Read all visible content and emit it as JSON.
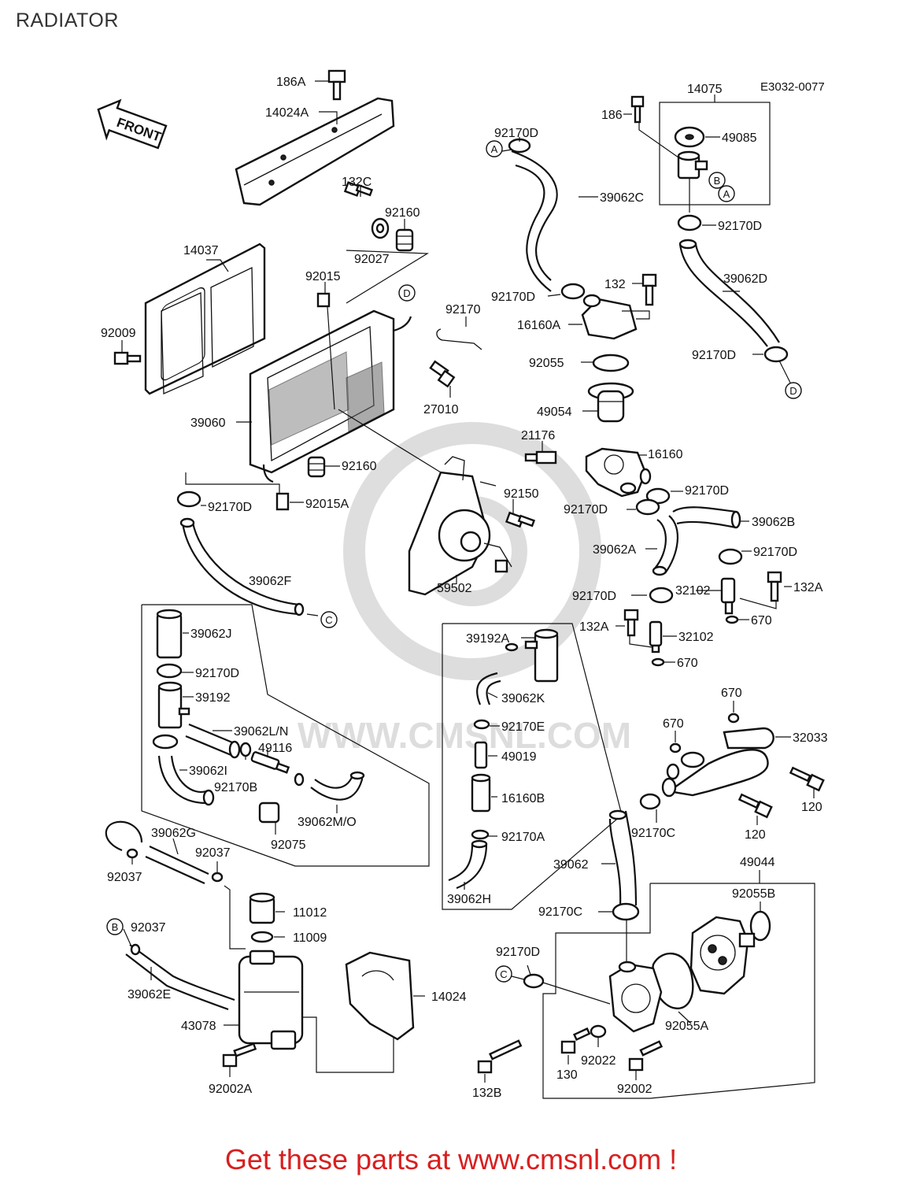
{
  "title": "RADIATOR",
  "diagram_code": "E3032-0077",
  "front_label": "FRONT",
  "footer": "Get these parts at www.cmsnl.com !",
  "watermark": "WWW.CMSNL.COM",
  "brand_color": "#d81f1f",
  "labels": [
    {
      "id": "186A",
      "text": "186A"
    },
    {
      "id": "14024A",
      "text": "14024A"
    },
    {
      "id": "14075",
      "text": "14075"
    },
    {
      "id": "186",
      "text": "186"
    },
    {
      "id": "49085",
      "text": "49085"
    },
    {
      "id": "92170D_a",
      "text": "92170D"
    },
    {
      "id": "39062C",
      "text": "39062C"
    },
    {
      "id": "92170D_b",
      "text": "92170D"
    },
    {
      "id": "132C",
      "text": "132C"
    },
    {
      "id": "92160_a",
      "text": "92160"
    },
    {
      "id": "92027",
      "text": "92027"
    },
    {
      "id": "14037",
      "text": "14037"
    },
    {
      "id": "92015",
      "text": "92015"
    },
    {
      "id": "92170D_c",
      "text": "92170D"
    },
    {
      "id": "132",
      "text": "132"
    },
    {
      "id": "39062D",
      "text": "39062D"
    },
    {
      "id": "92170",
      "text": "92170"
    },
    {
      "id": "16160A",
      "text": "16160A"
    },
    {
      "id": "92009",
      "text": "92009"
    },
    {
      "id": "92170D_d",
      "text": "92170D"
    },
    {
      "id": "92055",
      "text": "92055"
    },
    {
      "id": "27010",
      "text": "27010"
    },
    {
      "id": "49054",
      "text": "49054"
    },
    {
      "id": "39060",
      "text": "39060"
    },
    {
      "id": "21176",
      "text": "21176"
    },
    {
      "id": "16160",
      "text": "16160"
    },
    {
      "id": "92160_b",
      "text": "92160"
    },
    {
      "id": "92150",
      "text": "92150"
    },
    {
      "id": "92170D_e",
      "text": "92170D"
    },
    {
      "id": "92170D_f",
      "text": "92170D"
    },
    {
      "id": "92015A",
      "text": "92015A"
    },
    {
      "id": "92170D_g",
      "text": "92170D"
    },
    {
      "id": "39062B",
      "text": "39062B"
    },
    {
      "id": "39062A",
      "text": "39062A"
    },
    {
      "id": "92170D_h",
      "text": "92170D"
    },
    {
      "id": "59502",
      "text": "59502"
    },
    {
      "id": "39062F",
      "text": "39062F"
    },
    {
      "id": "92170D_i",
      "text": "92170D"
    },
    {
      "id": "32102_a",
      "text": "32102"
    },
    {
      "id": "132A_a",
      "text": "132A"
    },
    {
      "id": "670_a",
      "text": "670"
    },
    {
      "id": "132A_b",
      "text": "132A"
    },
    {
      "id": "32102_b",
      "text": "32102"
    },
    {
      "id": "670_b",
      "text": "670"
    },
    {
      "id": "39062J",
      "text": "39062J"
    },
    {
      "id": "39192A",
      "text": "39192A"
    },
    {
      "id": "92170D_j",
      "text": "92170D"
    },
    {
      "id": "39192",
      "text": "39192"
    },
    {
      "id": "39062K",
      "text": "39062K"
    },
    {
      "id": "670_c",
      "text": "670"
    },
    {
      "id": "39062LN",
      "text": "39062L/N"
    },
    {
      "id": "92170E",
      "text": "92170E"
    },
    {
      "id": "670_d",
      "text": "670"
    },
    {
      "id": "32033",
      "text": "32033"
    },
    {
      "id": "49116",
      "text": "49116"
    },
    {
      "id": "39062I",
      "text": "39062I"
    },
    {
      "id": "49019",
      "text": "49019"
    },
    {
      "id": "92170B",
      "text": "92170B"
    },
    {
      "id": "16160B",
      "text": "16160B"
    },
    {
      "id": "39062MO",
      "text": "39062M/O"
    },
    {
      "id": "120_a",
      "text": "120"
    },
    {
      "id": "92075",
      "text": "92075"
    },
    {
      "id": "92170A",
      "text": "92170A"
    },
    {
      "id": "92170C_a",
      "text": "92170C"
    },
    {
      "id": "120_b",
      "text": "120"
    },
    {
      "id": "39062G",
      "text": "39062G"
    },
    {
      "id": "92037_a",
      "text": "92037"
    },
    {
      "id": "92037_b",
      "text": "92037"
    },
    {
      "id": "39062",
      "text": "39062"
    },
    {
      "id": "49044",
      "text": "49044"
    },
    {
      "id": "39062H",
      "text": "39062H"
    },
    {
      "id": "92055B",
      "text": "92055B"
    },
    {
      "id": "11012",
      "text": "11012"
    },
    {
      "id": "92170C_b",
      "text": "92170C"
    },
    {
      "id": "92037_c",
      "text": "92037"
    },
    {
      "id": "11009",
      "text": "11009"
    },
    {
      "id": "92170D_k",
      "text": "92170D"
    },
    {
      "id": "39062E",
      "text": "39062E"
    },
    {
      "id": "14024",
      "text": "14024"
    },
    {
      "id": "43078",
      "text": "43078"
    },
    {
      "id": "92055A",
      "text": "92055A"
    },
    {
      "id": "92022",
      "text": "92022"
    },
    {
      "id": "130",
      "text": "130"
    },
    {
      "id": "132B",
      "text": "132B"
    },
    {
      "id": "92002",
      "text": "92002"
    },
    {
      "id": "92002A",
      "text": "92002A"
    }
  ],
  "markers": [
    {
      "id": "A1",
      "text": "A"
    },
    {
      "id": "B1",
      "text": "B"
    },
    {
      "id": "A2",
      "text": "A"
    },
    {
      "id": "D1",
      "text": "D"
    },
    {
      "id": "D2",
      "text": "D"
    },
    {
      "id": "C1",
      "text": "C"
    },
    {
      "id": "B2",
      "text": "B"
    },
    {
      "id": "C2",
      "text": "C"
    }
  ]
}
